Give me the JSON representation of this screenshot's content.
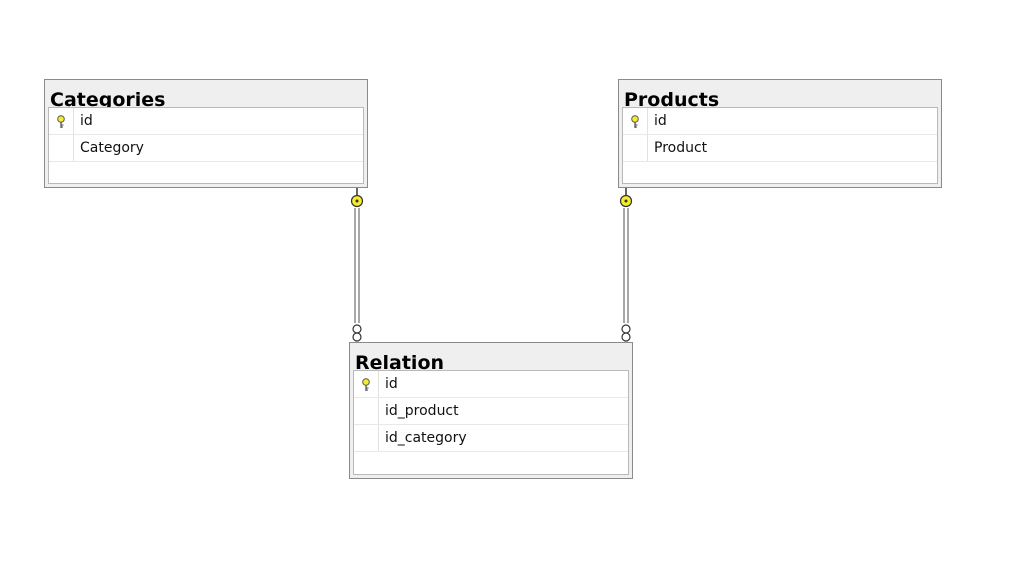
{
  "tables": {
    "categories": {
      "title": "Categories",
      "columns": [
        "id",
        "Category"
      ],
      "primary_key": "id"
    },
    "products": {
      "title": "Products",
      "columns": [
        "id",
        "Product"
      ],
      "primary_key": "id"
    },
    "relation": {
      "title": "Relation",
      "columns": [
        "id",
        "id_product",
        "id_category"
      ],
      "primary_key": "id"
    }
  },
  "relationships": [
    {
      "from": "Categories",
      "to": "Relation",
      "one_end": "key",
      "many_end": "infinity"
    },
    {
      "from": "Products",
      "to": "Relation",
      "one_end": "key",
      "many_end": "infinity"
    }
  ],
  "colors": {
    "key": "#f5ec2a",
    "line": "#6e6e6e",
    "header": "#efefef"
  }
}
